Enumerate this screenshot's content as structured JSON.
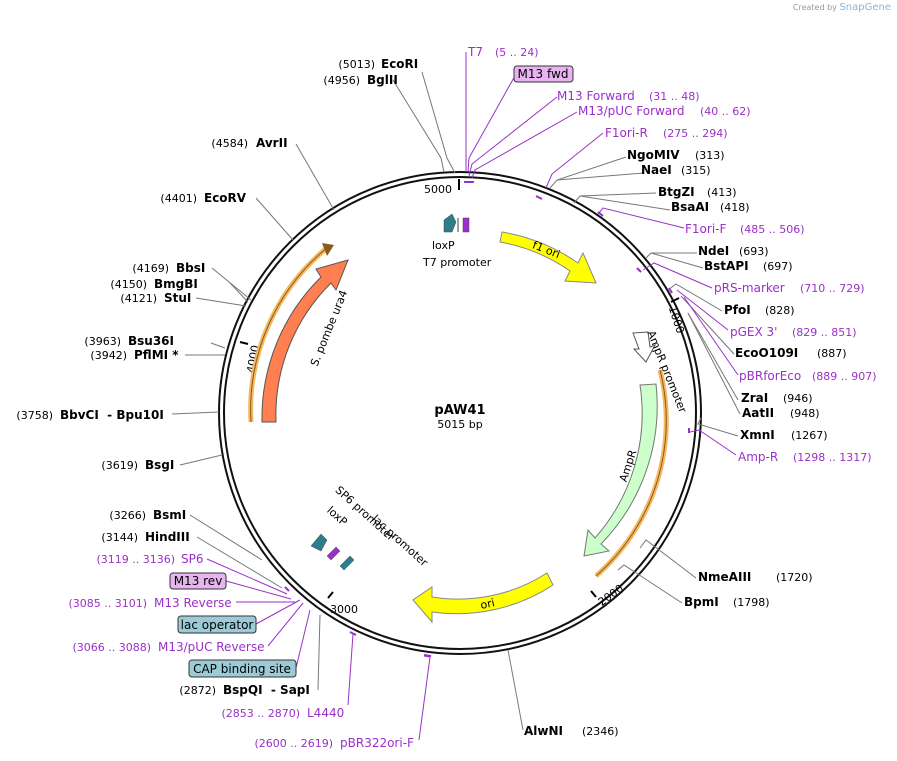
{
  "credit": {
    "prefix": "Created by",
    "brand": "SnapGene"
  },
  "plasmid": {
    "name": "pAW41",
    "size_label": "5015 bp",
    "length": 5015
  },
  "ticks": [
    {
      "label": "1000",
      "bp": 1000
    },
    {
      "label": "2000",
      "bp": 2000
    },
    {
      "label": "3000",
      "bp": 3000
    },
    {
      "label": "4000",
      "bp": 4000
    },
    {
      "label": "5000",
      "bp": 5000
    }
  ],
  "colors": {
    "f1_ori": "#ffff00",
    "ori": "#ffff00",
    "ampr": "#ccffcc",
    "ura4": "#ff7f50",
    "orf": "#f4b860",
    "primer": "#9a30c8",
    "misc_box": "#e8b4f0",
    "prot_box": "#9ccbd8",
    "loxp": "#2e7d8a"
  },
  "features": [
    {
      "name": "f1 ori",
      "color": "#ffff00",
      "start": 455,
      "end": 911
    },
    {
      "name": "AmpR promoter",
      "color": "#ffffff",
      "start": 1016,
      "end": 1120
    },
    {
      "name": "AmpR",
      "color": "#ccffcc",
      "start": 1121,
      "end": 1981
    },
    {
      "name": "ori",
      "color": "#ffff00",
      "start": 2151,
      "end": 2739
    },
    {
      "name": "S. pombe ura4",
      "color": "#ff7f50",
      "start": 3955,
      "end": 4700
    },
    {
      "name": "loxP",
      "color": "#2e7d8a"
    },
    {
      "name": "T7 promoter",
      "color": "#9a30c8"
    },
    {
      "name": "SP6 promoter",
      "color": "#9a30c8"
    },
    {
      "name": "lac promoter",
      "color": "#2e7d8a"
    }
  ],
  "enzymes": [
    {
      "name": "EcoRI",
      "pos": "(5013)"
    },
    {
      "name": "BglII",
      "pos": "(4956)"
    },
    {
      "name": "AvrII",
      "pos": "(4584)"
    },
    {
      "name": "EcoRV",
      "pos": "(4401)"
    },
    {
      "name": "BbsI",
      "pos": "(4169)"
    },
    {
      "name": "BmgBI",
      "pos": "(4150)"
    },
    {
      "name": "StuI",
      "pos": "(4121)"
    },
    {
      "name": "Bsu36I",
      "pos": "(3963)"
    },
    {
      "name": "PflMI *",
      "pos": "(3942)"
    },
    {
      "name": "BbvCI  - Bpu10I",
      "pos": "(3758)"
    },
    {
      "name": "BsgI",
      "pos": "(3619)"
    },
    {
      "name": "BsmI",
      "pos": "(3266)"
    },
    {
      "name": "HindIII",
      "pos": "(3144)"
    },
    {
      "name": "BspQI  - SapI",
      "pos": "(2872)"
    },
    {
      "name": "NgoMIV",
      "pos": "(313)"
    },
    {
      "name": "NaeI",
      "pos": "(315)"
    },
    {
      "name": "BtgZI",
      "pos": "(413)"
    },
    {
      "name": "BsaAI",
      "pos": "(418)"
    },
    {
      "name": "NdeI",
      "pos": "(693)"
    },
    {
      "name": "BstAPI",
      "pos": "(697)"
    },
    {
      "name": "PfoI",
      "pos": "(828)"
    },
    {
      "name": "EcoO109I",
      "pos": "(887)"
    },
    {
      "name": "ZraI",
      "pos": "(946)"
    },
    {
      "name": "AatII",
      "pos": "(948)"
    },
    {
      "name": "XmnI",
      "pos": "(1267)"
    },
    {
      "name": "NmeAIII",
      "pos": "(1720)"
    },
    {
      "name": "BpmI",
      "pos": "(1798)"
    },
    {
      "name": "AlwNI",
      "pos": "(2346)"
    }
  ],
  "primers": [
    {
      "name": "T7",
      "range": "(5 .. 24)"
    },
    {
      "name": "M13 Forward",
      "range": "(31 .. 48)"
    },
    {
      "name": "M13/pUC Forward",
      "range": "(40 .. 62)"
    },
    {
      "name": "F1ori-R",
      "range": "(275 .. 294)"
    },
    {
      "name": "F1ori-F",
      "range": "(485 .. 506)"
    },
    {
      "name": "pRS-marker",
      "range": "(710 .. 729)"
    },
    {
      "name": "pGEX 3'",
      "range": "(829 .. 851)"
    },
    {
      "name": "pBRforEco",
      "range": "(889 .. 907)"
    },
    {
      "name": "Amp-R",
      "range": "(1298 .. 1317)"
    },
    {
      "name": "SP6",
      "range": "(3119 .. 3136)"
    },
    {
      "name": "M13 Reverse",
      "range": "(3085 .. 3101)"
    },
    {
      "name": "M13/pUC Reverse",
      "range": "(3066 .. 3088)"
    },
    {
      "name": "L4440",
      "range": "(2853 .. 2870)"
    },
    {
      "name": "pBR322ori-F",
      "range": "(2600 .. 2619)"
    }
  ],
  "boxes": [
    {
      "name": "M13 fwd",
      "kind": "primer_bind"
    },
    {
      "name": "M13 rev",
      "kind": "primer_bind"
    },
    {
      "name": "lac operator",
      "kind": "protein_bind"
    },
    {
      "name": "CAP binding site",
      "kind": "protein_bind"
    }
  ]
}
